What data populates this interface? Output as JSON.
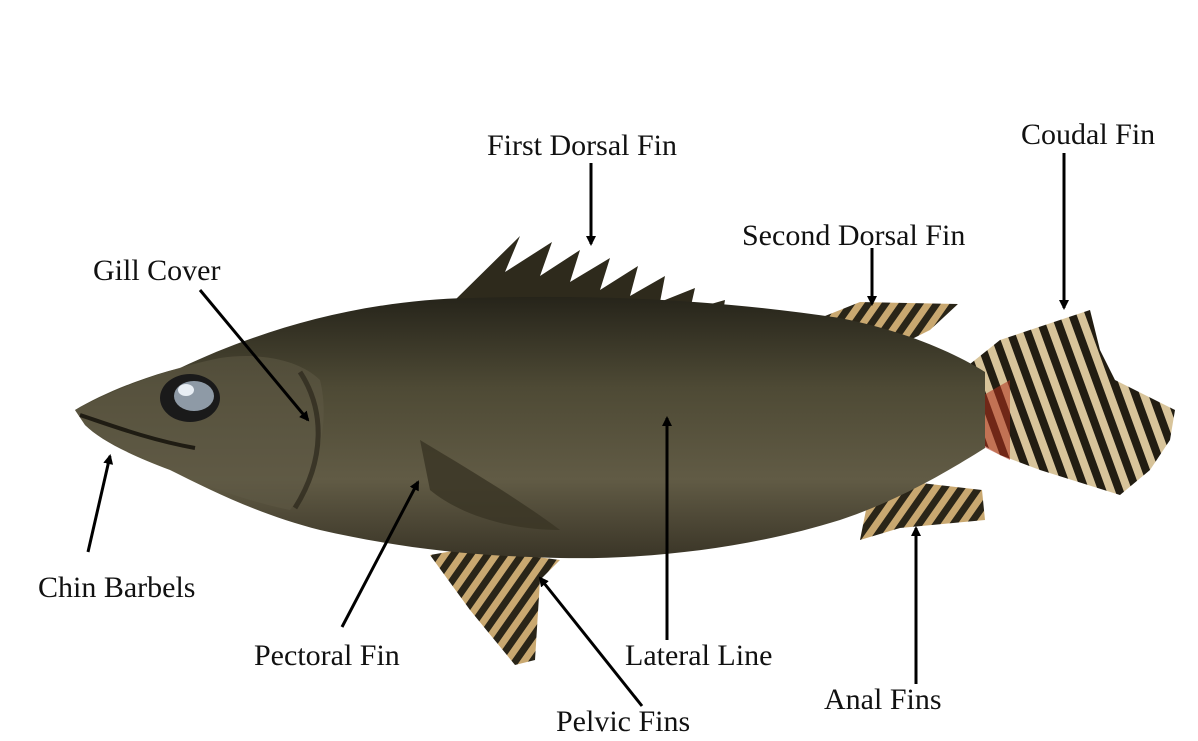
{
  "labels": {
    "first_dorsal_fin": "First Dorsal Fin",
    "coudal_fin": "Coudal Fin",
    "second_dorsal_fin": "Second Dorsal Fin",
    "gill_cover": "Gill Cover",
    "chin_barbels": "Chin Barbels",
    "pectoral_fin": "Pectoral Fin",
    "lateral_line": "Lateral Line",
    "anal_fins": "Anal Fins",
    "pelvic_fins": "Pelvic Fins"
  },
  "colors": {
    "background": "#ffffff",
    "text": "#111111",
    "arrow": "#000000",
    "fish_body": "#4a4530",
    "fish_belly": "#6b6650",
    "fin_dark": "#2a2518",
    "fin_light": "#c9a870",
    "fin_red": "#b0301c"
  }
}
